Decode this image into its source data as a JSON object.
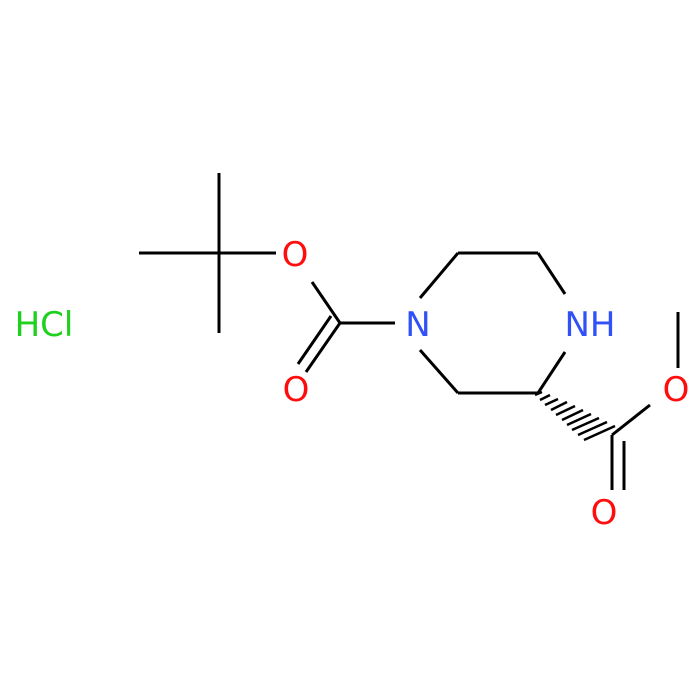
{
  "molecule": {
    "atoms": {
      "o_ester_tbu": {
        "symbol": "O",
        "color": "#ff0d0d"
      },
      "o_carbonyl_boc": {
        "symbol": "O",
        "color": "#ff0d0d"
      },
      "n_boc": {
        "symbol": "N",
        "color": "#3050f8"
      },
      "n_amine": {
        "symbol": "NH",
        "color": "#3050f8"
      },
      "o_carbonyl_ester": {
        "symbol": "O",
        "color": "#ff0d0d"
      },
      "o_methoxy": {
        "symbol": "O",
        "color": "#ff0d0d"
      }
    },
    "salt": {
      "label": "HCl",
      "color": "#1fd01f"
    },
    "bond_color": "#000000"
  }
}
